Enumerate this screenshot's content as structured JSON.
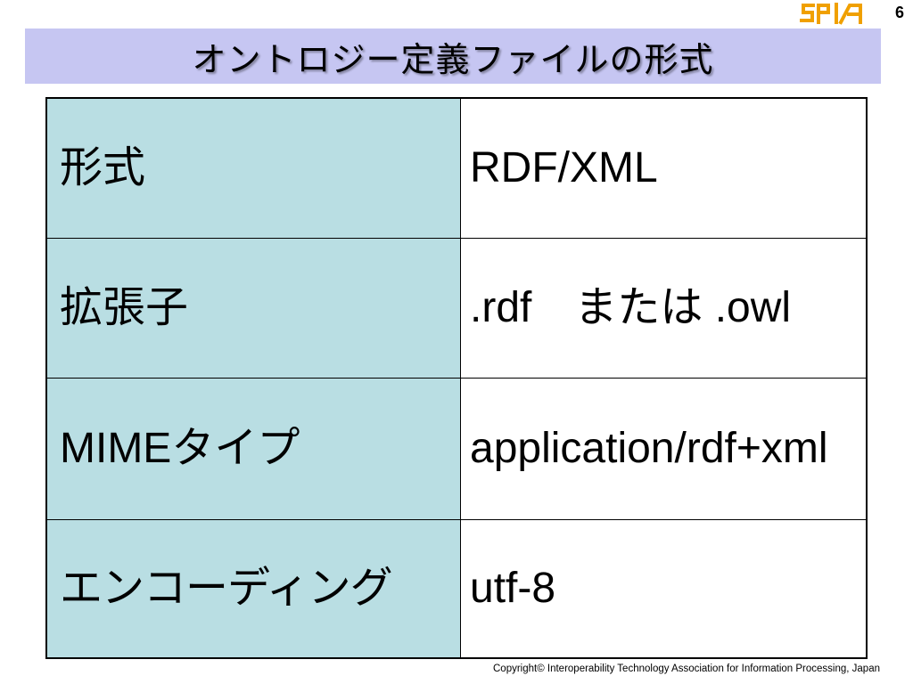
{
  "header": {
    "logo_text": "SPIA",
    "page_number": "6",
    "title": "オントロジー定義ファイルの形式"
  },
  "table": {
    "rows": [
      {
        "key": "形式",
        "value": "RDF/XML"
      },
      {
        "key": "拡張子",
        "value": ".rdf　または .owl"
      },
      {
        "key": "MIMEタイプ",
        "value": "application/rdf+xml"
      },
      {
        "key": "エンコーディング",
        "value": "utf-8"
      }
    ]
  },
  "footer": {
    "copyright": "Copyright© Interoperability Technology Association for Information Processing, Japan"
  },
  "colors": {
    "title_bar": "#c6c6f2",
    "key_cell": "#b9dee3",
    "logo": "#f0a000"
  }
}
